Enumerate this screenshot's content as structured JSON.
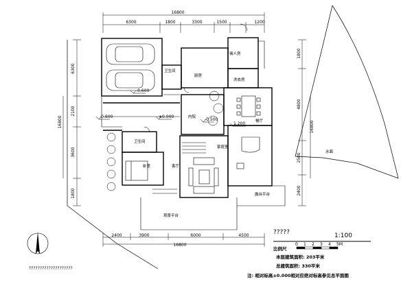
{
  "dimensions": {
    "top_total": "16800",
    "top_segments": [
      "6300",
      "1800",
      "3300",
      "1500",
      "1200"
    ],
    "bottom_total": "16800",
    "bottom_segments": [
      "2400",
      "3900",
      "6000",
      "4500"
    ],
    "left_segments": [
      "6300",
      "2100",
      "3600",
      "1800"
    ],
    "left_total": "16800",
    "right_segments": [
      "1800",
      "4800",
      "2500",
      "2400"
    ],
    "right_total": "16800"
  },
  "rooms": {
    "toilet_top": "卫生间",
    "kitchen": "厨房",
    "servant_room": "佣人房",
    "laundry": "洗衣房",
    "courtyard": "内院",
    "dining": "餐厅",
    "toilet_bedroom": "卫生间",
    "family_room": "家庭室",
    "bedroom": "卧室",
    "living": "客厅",
    "observation_deck": "观景平台",
    "terrace": "露台平台",
    "water": "水面"
  },
  "levels": {
    "garage": "-0.600",
    "entry_left": "-0.600",
    "corridor": "±0.000",
    "courtyard": "-0.500",
    "dining": "1.200"
  },
  "title_block": {
    "drawing_title": "?????",
    "scale": "1:100",
    "scale_label": "比例尺",
    "scale_ticks": [
      "0",
      "1",
      "2",
      "3",
      "4",
      "5M"
    ],
    "area_floor": "本层建筑面积: 203平米",
    "area_total": "总建筑面积: 330平米",
    "note": "注: 相对标高±0.000相对应绝对标高参见总平面图",
    "footer_code": "????????????????????"
  }
}
